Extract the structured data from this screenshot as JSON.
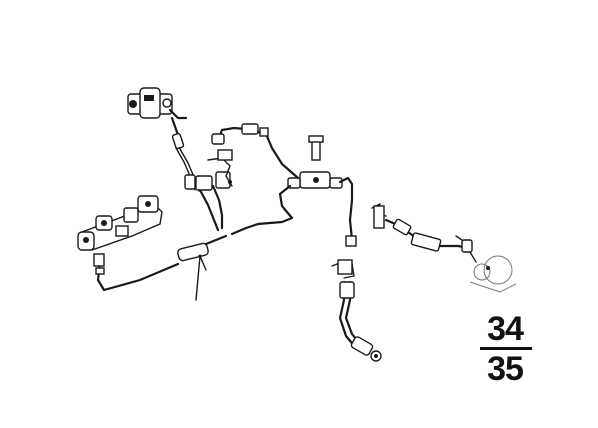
{
  "section_reference": {
    "upper": "34",
    "lower": "35"
  },
  "icons": [
    "brake-lines-diagram"
  ]
}
